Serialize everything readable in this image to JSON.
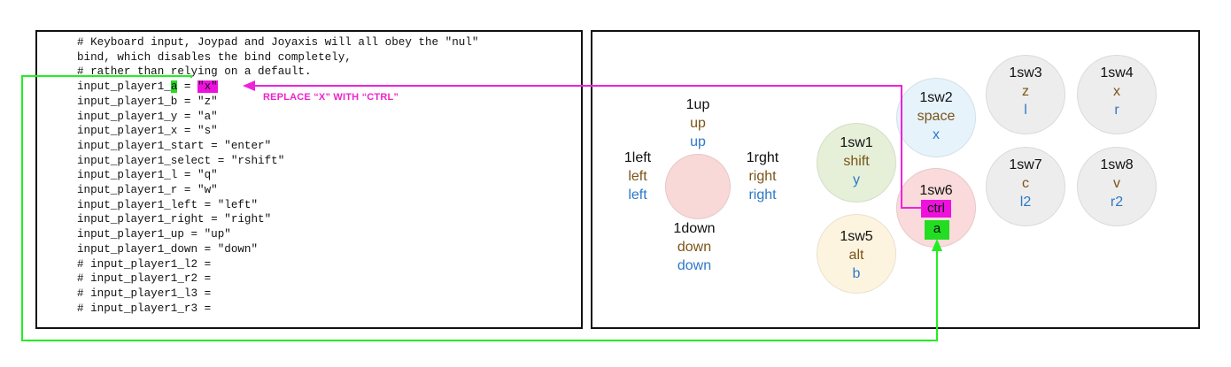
{
  "code": {
    "lines": [
      "# Keyboard input, Joypad and Joyaxis will all obey the \"nul\"",
      "bind, which disables the bind completely,",
      "# rather than relying on a default.",
      "",
      "input_player1_b = \"z\"",
      "input_player1_y = \"a\"",
      "input_player1_x = \"s\"",
      "input_player1_start = \"enter\"",
      "input_player1_select = \"rshift\"",
      "input_player1_l = \"q\"",
      "input_player1_r = \"w\"",
      "input_player1_left = \"left\"",
      "input_player1_right = \"right\"",
      "input_player1_up = \"up\"",
      "input_player1_down = \"down\"",
      "# input_player1_l2 =",
      "# input_player1_r2 =",
      "# input_player1_l3 =",
      "# input_player1_r3 ="
    ],
    "a_line": {
      "prefix": "input_player1_",
      "key": "a",
      "middle": " = ",
      "value": "\"x\""
    }
  },
  "callout": "REPLACE “X” WITH “CTRL”",
  "dpad": {
    "up": {
      "name": "1up",
      "key": "up",
      "pad": "up"
    },
    "left": {
      "name": "1left",
      "key": "left",
      "pad": "left"
    },
    "right": {
      "name": "1rght",
      "key": "right",
      "pad": "right"
    },
    "down": {
      "name": "1down",
      "key": "down",
      "pad": "down"
    }
  },
  "buttons": {
    "sw1": {
      "name": "1sw1",
      "key": "shift",
      "pad": "y"
    },
    "sw2": {
      "name": "1sw2",
      "key": "space",
      "pad": "x"
    },
    "sw3": {
      "name": "1sw3",
      "key": "z",
      "pad": "l"
    },
    "sw4": {
      "name": "1sw4",
      "key": "x",
      "pad": "r"
    },
    "sw5": {
      "name": "1sw5",
      "key": "alt",
      "pad": "b"
    },
    "sw6": {
      "name": "1sw6",
      "key": "ctrl",
      "pad": "a"
    },
    "sw7": {
      "name": "1sw7",
      "key": "c",
      "pad": "l2"
    },
    "sw8": {
      "name": "1sw8",
      "key": "v",
      "pad": "r2"
    }
  },
  "colors": {
    "highlight_green": "#22dd22",
    "highlight_magenta": "#ee11dd",
    "key_text": "#7a5418",
    "pad_text": "#2e78c6"
  }
}
